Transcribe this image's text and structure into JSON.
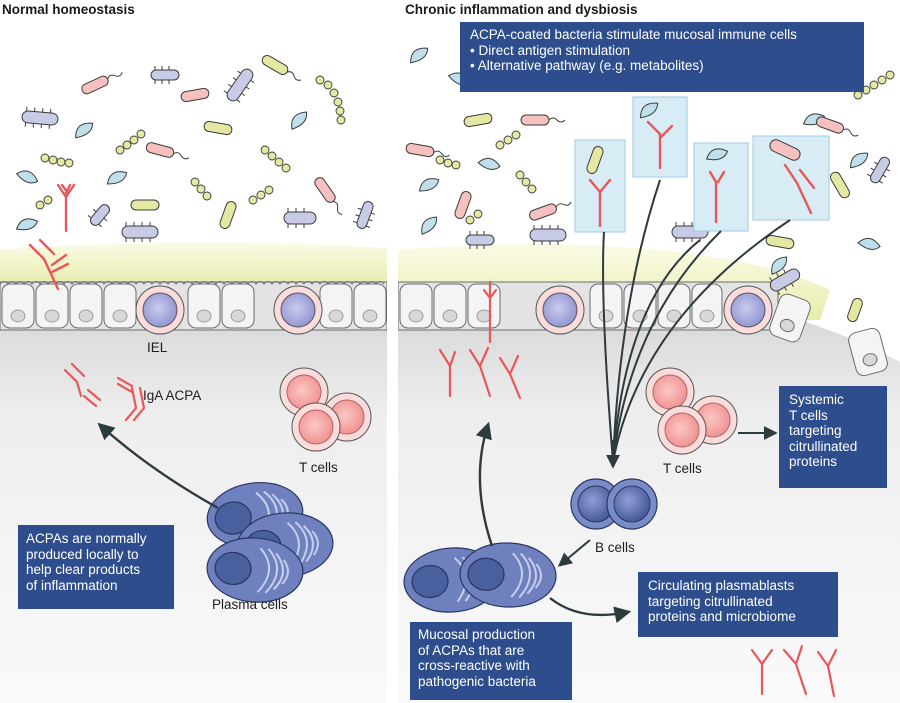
{
  "left_panel": {
    "title": "Normal homeostasis",
    "labels": {
      "iel": "IEL",
      "iga_acpa": "IgA ACPA",
      "t_cells": "T cells",
      "plasma_cells": "Plasma cells"
    },
    "callout": [
      "ACPAs are normally",
      "produced locally to",
      "help clear products",
      "of  inflammation"
    ]
  },
  "right_panel": {
    "title": "Chronic inflammation and dysbiosis",
    "top_callout": [
      "ACPA-coated bacteria stimulate mucosal immune cells",
      "• Direct antigen stimulation",
      "• Alternative pathway (e.g. metabolites)"
    ],
    "labels": {
      "t_cells": "T cells",
      "b_cells": "B cells"
    },
    "systemic_box": [
      "Systemic",
      "T cells",
      "targeting",
      "citrullinated",
      "proteins"
    ],
    "circulating_box": [
      "Circulating plasmablasts",
      "targeting citrullinated",
      "proteins and microbiome"
    ],
    "mucosal_box": [
      "Mucosal production",
      "of ACPAs that are",
      "cross-reactive with",
      "pathogenic bacteria"
    ]
  },
  "colors": {
    "callout_bg": "#2e4d8c",
    "antibody": "#e8575a",
    "mucus": "#eef0b8",
    "tissue": "#ececec",
    "plasma_cell": "#4a5f9e",
    "t_cell": "#f6a6a6"
  }
}
